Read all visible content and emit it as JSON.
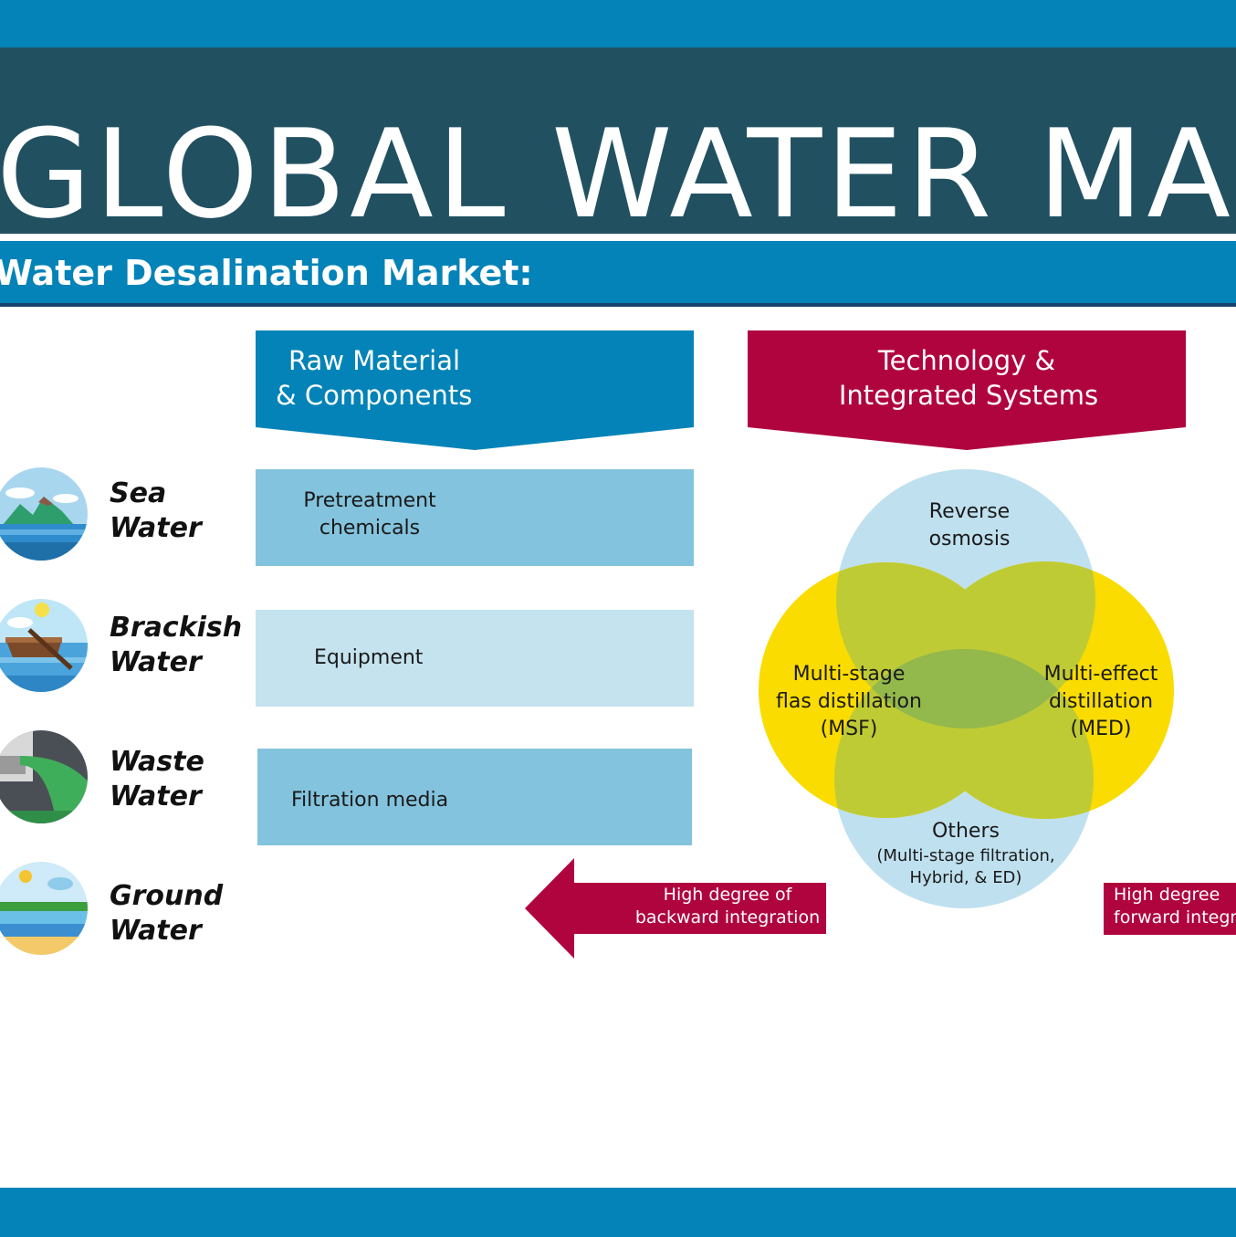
{
  "header": {
    "title": "GLOBAL WATER MA",
    "subtitle": "Water Desalination Market:"
  },
  "columns": {
    "raw_material": {
      "line1": "Raw Material",
      "line2": "& Components"
    },
    "technology": {
      "line1": "Technology &",
      "line2": "Integrated Systems"
    }
  },
  "sources": [
    {
      "line1": "Sea",
      "line2": "Water",
      "icon": "sea-water-icon"
    },
    {
      "line1": "Brackish",
      "line2": "Water",
      "icon": "brackish-water-icon"
    },
    {
      "line1": "Waste",
      "line2": "Water",
      "icon": "waste-water-icon"
    },
    {
      "line1": "Ground",
      "line2": "Water",
      "icon": "ground-water-icon"
    }
  ],
  "materials": [
    {
      "line1": "Pretreatment",
      "line2": "chemicals"
    },
    {
      "line1": "Equipment"
    },
    {
      "line1": "Filtration media"
    }
  ],
  "technologies": {
    "reverse_osmosis": {
      "line1": "Reverse",
      "line2": "osmosis"
    },
    "msf": {
      "line1": "Multi-stage",
      "line2": "flas distillation",
      "line3": "(MSF)"
    },
    "med": {
      "line1": "Multi-effect",
      "line2": "distillation",
      "line3": "(MED)"
    },
    "others": {
      "line1": "Others",
      "line2": "(Multi-stage filtration,",
      "line3": "Hybrid, & ED)"
    }
  },
  "integration": {
    "backward": {
      "line1": "High degree of",
      "line2": "backward integration"
    },
    "forward": {
      "line1": "High degree",
      "line2": "forward integra"
    }
  },
  "colors": {
    "band_blue": "#0383b7",
    "title_teal": "#215161",
    "crimson": "#b0043f",
    "box_mid": "#83c3dd",
    "box_light": "#c4e3ef",
    "venn_blue": "#bfe0ef",
    "venn_yellow": "#fadc00",
    "venn_overlap": "#bfcb34",
    "venn_center": "#93b84c"
  }
}
